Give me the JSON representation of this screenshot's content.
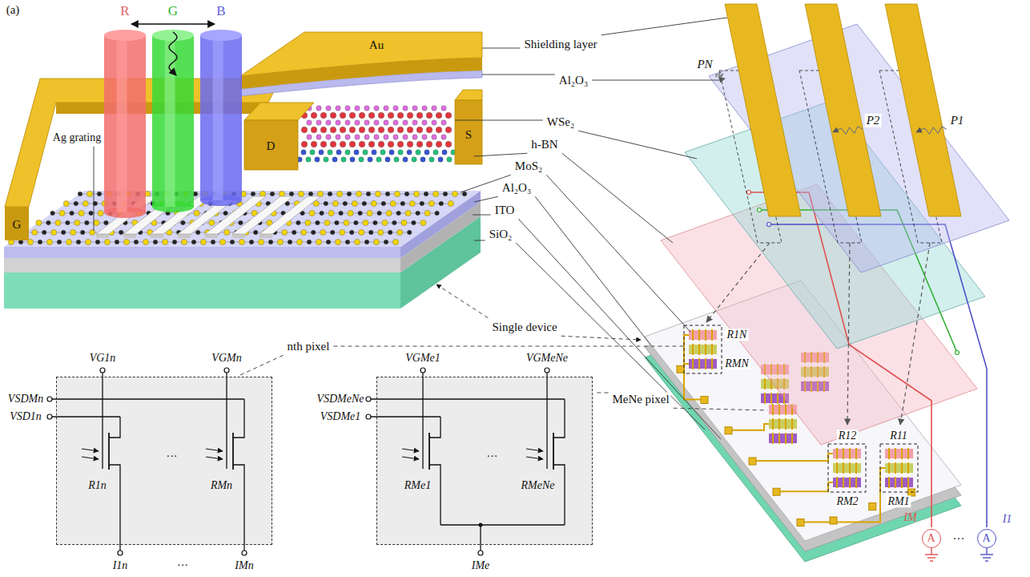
{
  "diagram": {
    "nodes": [
      {
        "text": [
          "R1n",
          "···",
          "RMn"
        ]
      },
      {
        "text": [
          "RMe1",
          "···",
          "RMeNe"
        ]
      },
      {
        "text": [
          "IM",
          "A"
        ]
      },
      {
        "text": [
          "I1",
          "A"
        ]
      }
    ],
    "labels": [
      "(a)",
      "R",
      "G",
      "B",
      "Ag grating",
      "G",
      "D",
      "S",
      "Au",
      "Shielding layer",
      "Al₂O₃",
      "WSe₂",
      "h-BN",
      "MoS₂",
      "Al₂O₃",
      "ITO",
      "SiO₂",
      "Single device",
      "nth pixel",
      "MeNe pixel",
      "PN",
      "P2",
      "P1",
      "R1N",
      "RMN",
      "R12",
      "R11",
      "RM2",
      "RM1",
      "···",
      "VG1n",
      "VGMn",
      "VSDMn",
      "VSD1n",
      "I1n",
      "···",
      "IMn",
      "VGMe1",
      "VGMeNe",
      "VSDMeNe",
      "VSDMe1",
      "IMe"
    ]
  }
}
